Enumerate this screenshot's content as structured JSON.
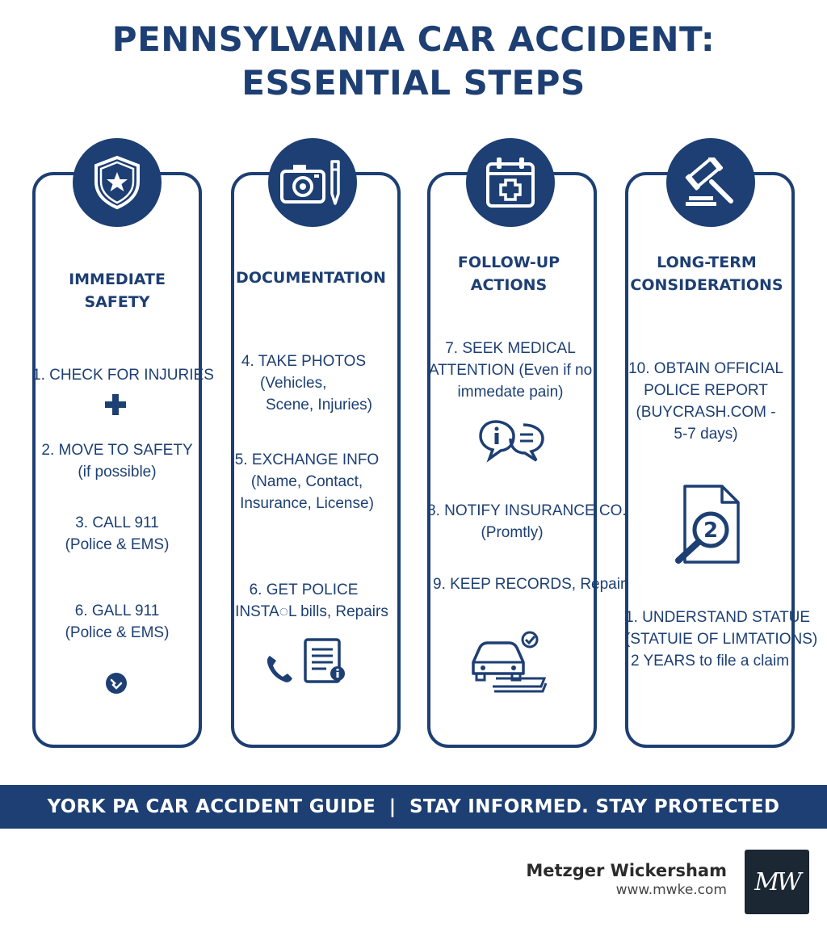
{
  "title": {
    "line1": "PENNSYLVANIA CAR ACCIDENT:",
    "line2": "ESSENTIAL STEPS"
  },
  "columns": [
    {
      "heading": [
        "IMMEDIATE",
        "SAFETY"
      ],
      "icon": "shield-star-icon",
      "steps": [
        [
          "1. CHECK FOR INJURIES"
        ],
        [
          "2.   MOVE TO SAFETY",
          "(if possible)"
        ],
        [
          "3.       CALL 911",
          "(Police & EMS)"
        ],
        [
          "6.      GALL 911",
          "(Police & EMS)"
        ]
      ]
    },
    {
      "heading": [
        "DOCUMENTATION"
      ],
      "icon": "camera-pen-icon",
      "steps": [
        [
          "4. TAKE PHOTOS",
          "(Vehicles,",
          "Scene, Injuries)"
        ],
        [
          "5. EXCHANGE INFO",
          "(Name, Contact,",
          "Insurance, License)"
        ],
        [
          "6. GET POLICE",
          "INSTA◌L bills, Repairs"
        ]
      ]
    },
    {
      "heading": [
        "FOLLOW-UP",
        "ACTIONS"
      ],
      "icon": "calendar-medical-icon",
      "steps": [
        [
          "7. SEEK MEDICAL",
          "ATTENTION (Even if no",
          "immedate pain)"
        ],
        [
          "8. NOTIFY INSURANCE CO.",
          "(Promtly)"
        ],
        [
          "9. KEEP RECORDS, Repair"
        ]
      ]
    },
    {
      "heading": [
        "LONG-TERM",
        "CONSIDERATIONS"
      ],
      "icon": "gavel-icon",
      "steps": [
        [
          "10. OBTAIN OFFICIAL",
          "POLICE REPORT",
          "(BUYCRASH.COM -",
          "5-7 days)"
        ],
        [
          "1. UNDERSTAND STATUE",
          "(STATUIE OF LIMTATIONS)",
          "2 YEARS to file a claim"
        ]
      ]
    }
  ],
  "footer": {
    "text": "YORK PA CAR ACCIDENT GUIDE  |  STAY INFORMED. STAY PROTECTED"
  },
  "brand": {
    "name": "Metzger Wickersham",
    "url": "www.mwke.com",
    "logo_text": "MW"
  },
  "colors": {
    "primary": "#1d3f73",
    "white": "#ffffff",
    "logo_bg": "#1b2733"
  }
}
